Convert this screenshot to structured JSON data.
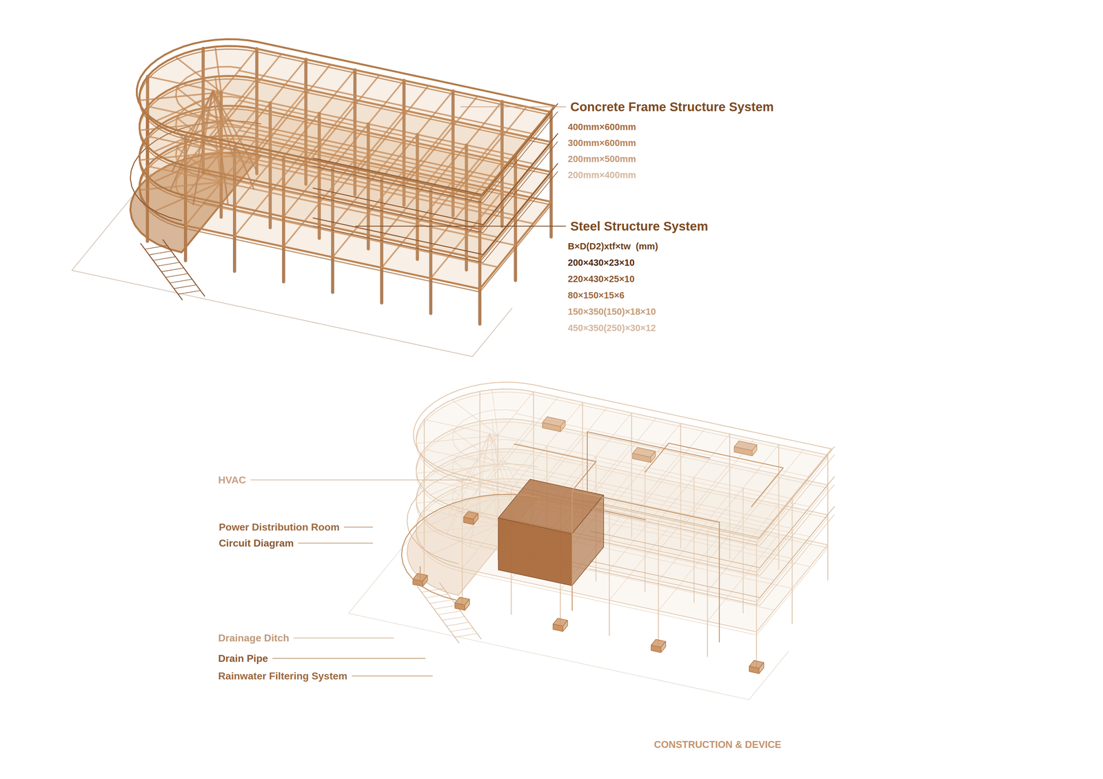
{
  "diagram": {
    "caption": "CONSTRUCTION & DEVICE",
    "labels": [
      "Concrete Frame Structure System",
      "400mm×600mm",
      "300mm×600mm",
      "200mm×500mm",
      "200mm×400mm",
      "Steel Structure System",
      "B×D(D2)xtf×tw  (mm)",
      "200×430×23×10",
      "220×430×25×10",
      "80×150×15×6",
      "150×350(150)×18×10",
      "450×350(250)×30×12",
      "HVAC",
      "Power Distribution Room",
      "Circuit Diagram",
      "Drainage Ditch",
      "Drain Pipe",
      "Rainwater Filtering System"
    ]
  }
}
